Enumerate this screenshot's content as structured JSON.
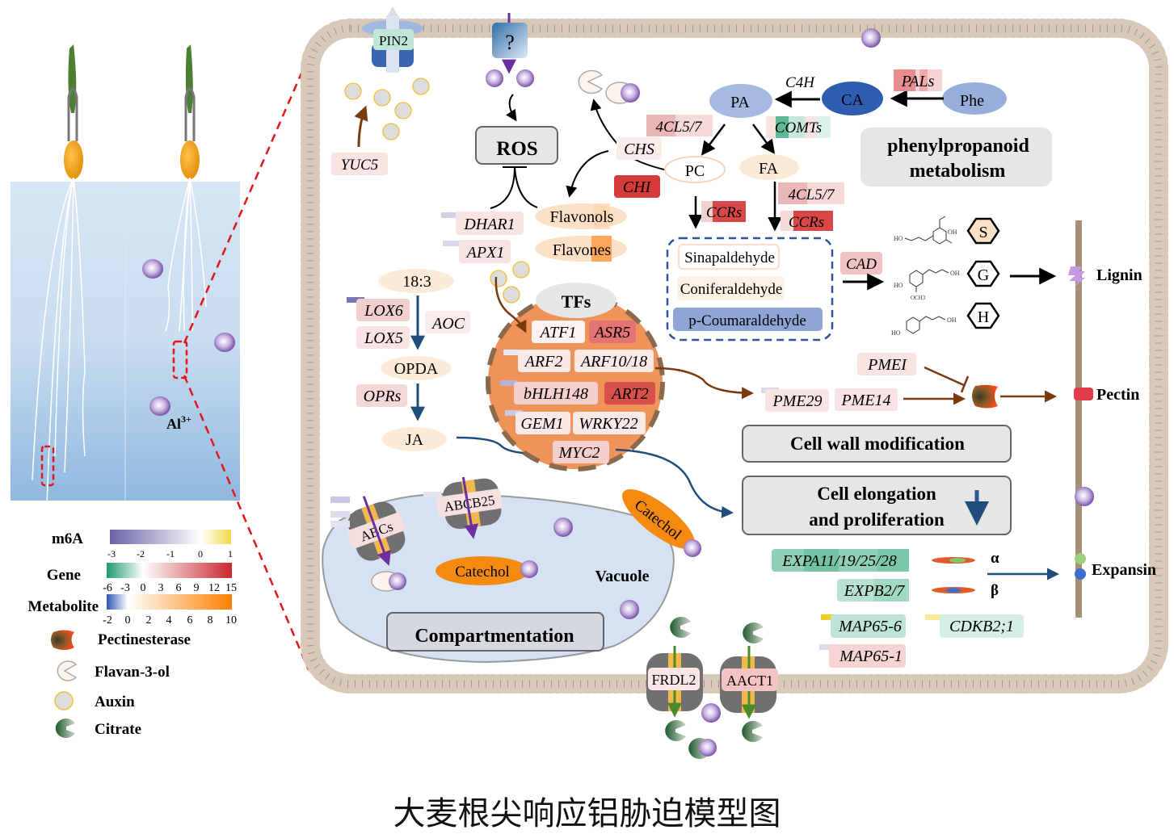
{
  "caption": "大麦根尖响应铝胁迫模型图",
  "plant_panel": {
    "ion_label": "Al",
    "ion_charge": "3+"
  },
  "legend": {
    "scales": [
      {
        "label": "m6A",
        "ticks": [
          "-3",
          "-2",
          "-1",
          "0",
          "1"
        ],
        "colors": [
          "#6a63a8",
          "#ffffff",
          "#f3d94a"
        ]
      },
      {
        "label": "Gene",
        "ticks": [
          "-6",
          "-3",
          "0",
          "3",
          "6",
          "9",
          "12",
          "15"
        ],
        "colors": [
          "#1f9a70",
          "#ffffff",
          "#c8282e"
        ]
      },
      {
        "label": "Metabolite",
        "ticks": [
          "-2",
          "0",
          "2",
          "4",
          "6",
          "8",
          "10"
        ],
        "colors": [
          "#2f57b5",
          "#ffffff",
          "#ff7f00"
        ]
      }
    ],
    "symbols": [
      {
        "icon": "pectinesterase-icon",
        "label": "Pectinesterase"
      },
      {
        "icon": "flavan-3-ol-icon",
        "label": "Flavan-3-ol"
      },
      {
        "icon": "auxin-icon",
        "label": "Auxin"
      },
      {
        "icon": "citrate-icon",
        "label": "Citrate"
      }
    ]
  },
  "transporters": {
    "pin2": "PIN2",
    "unknown": "?",
    "frdl2": "FRDL2",
    "aact1": "AACT1",
    "abcs": "ABCs",
    "abcb25": "ABCB25"
  },
  "ros": {
    "label": "ROS",
    "genes": [
      "DHAR1",
      "APX1"
    ],
    "flavonoids": [
      "Flavonols",
      "Flavones"
    ],
    "flavonoid_genes": [
      "CHS",
      "CHI"
    ]
  },
  "auxin": {
    "gene": "YUC5"
  },
  "phenylpropanoid": {
    "title_line1": "phenylpropanoid",
    "title_line2": "metabolism",
    "metabolites": {
      "phe": "Phe",
      "ca": "CA",
      "pa": "PA",
      "pc": "PC",
      "fa": "FA"
    },
    "genes": {
      "pals": "PALs",
      "c4h": "C4H",
      "cl_a": "4CL5/7",
      "comts": "COMTs",
      "cl_b": "4CL5/7",
      "ccrs_a": "CCRs",
      "ccrs_b": "CCRs",
      "cad": "CAD"
    },
    "aldehydes": [
      "Sinapaldehyde",
      "Coniferaldehyde",
      "p-Coumaraldehyde"
    ],
    "monolignols": [
      "S",
      "G",
      "H"
    ],
    "chem_labels": {
      "ho": "HO",
      "oh": "OH",
      "och3": "OCH3"
    }
  },
  "ja": {
    "metabolites": [
      "18:3",
      "OPDA",
      "JA"
    ],
    "genes": [
      "LOX6",
      "LOX5",
      "AOC",
      "OPRs"
    ]
  },
  "tfs": {
    "title": "TFs",
    "genes": [
      "ATF1",
      "ASR5",
      "ARF2",
      "ARF10/18",
      "bHLH148",
      "ART2",
      "GEM1",
      "WRKY22",
      "MYC2"
    ]
  },
  "cell_wall": {
    "genes": [
      "PMEI",
      "PME29",
      "PME14"
    ],
    "lignin": "Lignin",
    "pectin": "Pectin",
    "expansin": "Expansin",
    "modification_box": "Cell wall modification",
    "elongation_line1": "Cell elongation",
    "elongation_line2": "and proliferation",
    "expansin_genes": [
      "EXPA11/19/25/28",
      "EXPB2/7"
    ],
    "expansin_types": [
      "α",
      "β"
    ],
    "cell_cycle_genes": [
      "MAP65-6",
      "CDKB2;1",
      "MAP65-1"
    ]
  },
  "vacuole": {
    "label": "Vacuole",
    "catechol_inside": "Catechol",
    "catechol_outside": "Catechol",
    "box": "Compartmentation"
  }
}
